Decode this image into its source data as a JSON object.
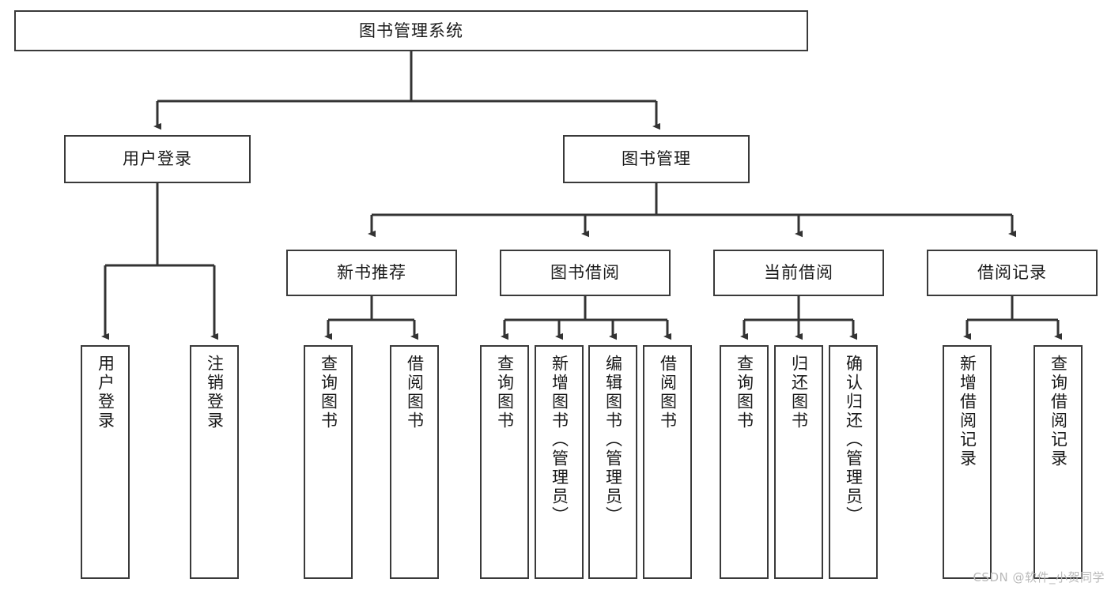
{
  "diagram": {
    "type": "tree-hierarchy-chart",
    "title": "图书管理系统",
    "watermark": "CSDN @软件_小贺同学",
    "colors": {
      "box_border": "#3a3a3a",
      "box_fill": "#ffffff",
      "connector": "#333333",
      "text": "#1a1a1a",
      "watermark": "#b9b9b9"
    },
    "levels": {
      "root": {
        "label": "图书管理系统"
      },
      "level2": [
        {
          "label": "用户登录"
        },
        {
          "label": "图书管理"
        }
      ],
      "level3": [
        {
          "label": "新书推荐"
        },
        {
          "label": "图书借阅"
        },
        {
          "label": "当前借阅"
        },
        {
          "label": "借阅记录"
        }
      ],
      "leaves": {
        "user_login": [
          {
            "label": "用户登录"
          },
          {
            "label": "注销登录"
          }
        ],
        "new_book_recommend": [
          {
            "label": "查询图书"
          },
          {
            "label": "借阅图书"
          }
        ],
        "book_borrow": [
          {
            "label": "查询图书"
          },
          {
            "label": "新增图书（管理员）"
          },
          {
            "label": "编辑图书（管理员）"
          },
          {
            "label": "借阅图书"
          }
        ],
        "current_borrow": [
          {
            "label": "查询图书"
          },
          {
            "label": "归还图书"
          },
          {
            "label": "确认归还（管理员）"
          }
        ],
        "borrow_record": [
          {
            "label": "新增借阅记录"
          },
          {
            "label": "查询借阅记录"
          }
        ]
      }
    }
  }
}
